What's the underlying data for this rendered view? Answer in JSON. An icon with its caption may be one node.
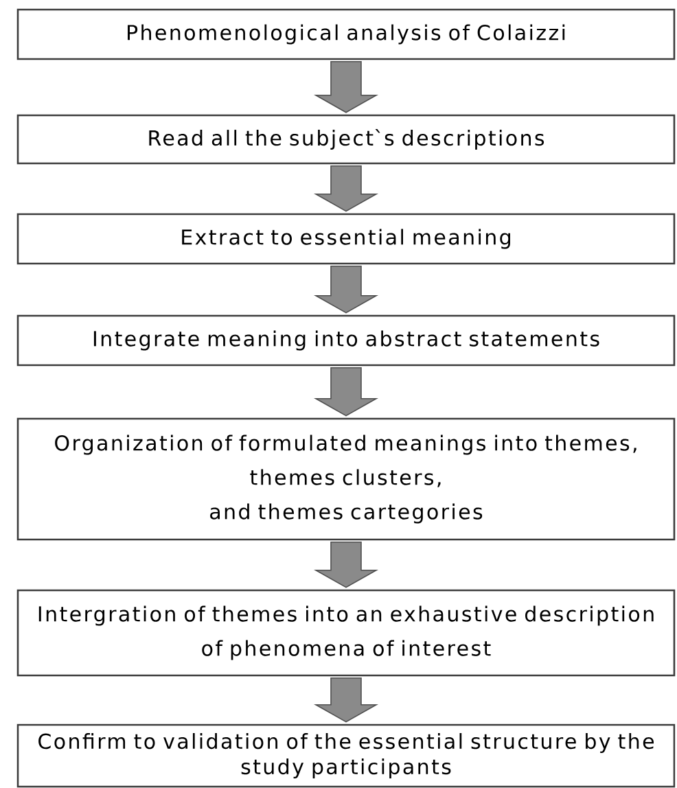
{
  "diagram": {
    "nodes": [
      {
        "text": [
          "Phenomenological analysis of Colaizzi"
        ]
      },
      {
        "text": [
          "Read all the subject`s descriptions"
        ]
      },
      {
        "text": [
          "Extract to essential meaning"
        ]
      },
      {
        "text": [
          "Integrate meaning into abstract statements"
        ]
      },
      {
        "text": [
          "Organization of formulated meanings into themes, themes clusters, and themes cartegories"
        ]
      },
      {
        "text": [
          "Intergration of themes into an exhaustive description of phenomena of interest"
        ]
      },
      {
        "text": [
          "Confirm to validation of the essential structure by the study participants"
        ]
      }
    ],
    "edges": [
      {
        "from": 0,
        "to": 1,
        "arrow": "to"
      },
      {
        "from": 1,
        "to": 2,
        "arrow": "to"
      },
      {
        "from": 2,
        "to": 3,
        "arrow": "to"
      },
      {
        "from": 3,
        "to": 4,
        "arrow": "to"
      },
      {
        "from": 4,
        "to": 5,
        "arrow": "to"
      },
      {
        "from": 5,
        "to": 6,
        "arrow": "to"
      }
    ]
  }
}
